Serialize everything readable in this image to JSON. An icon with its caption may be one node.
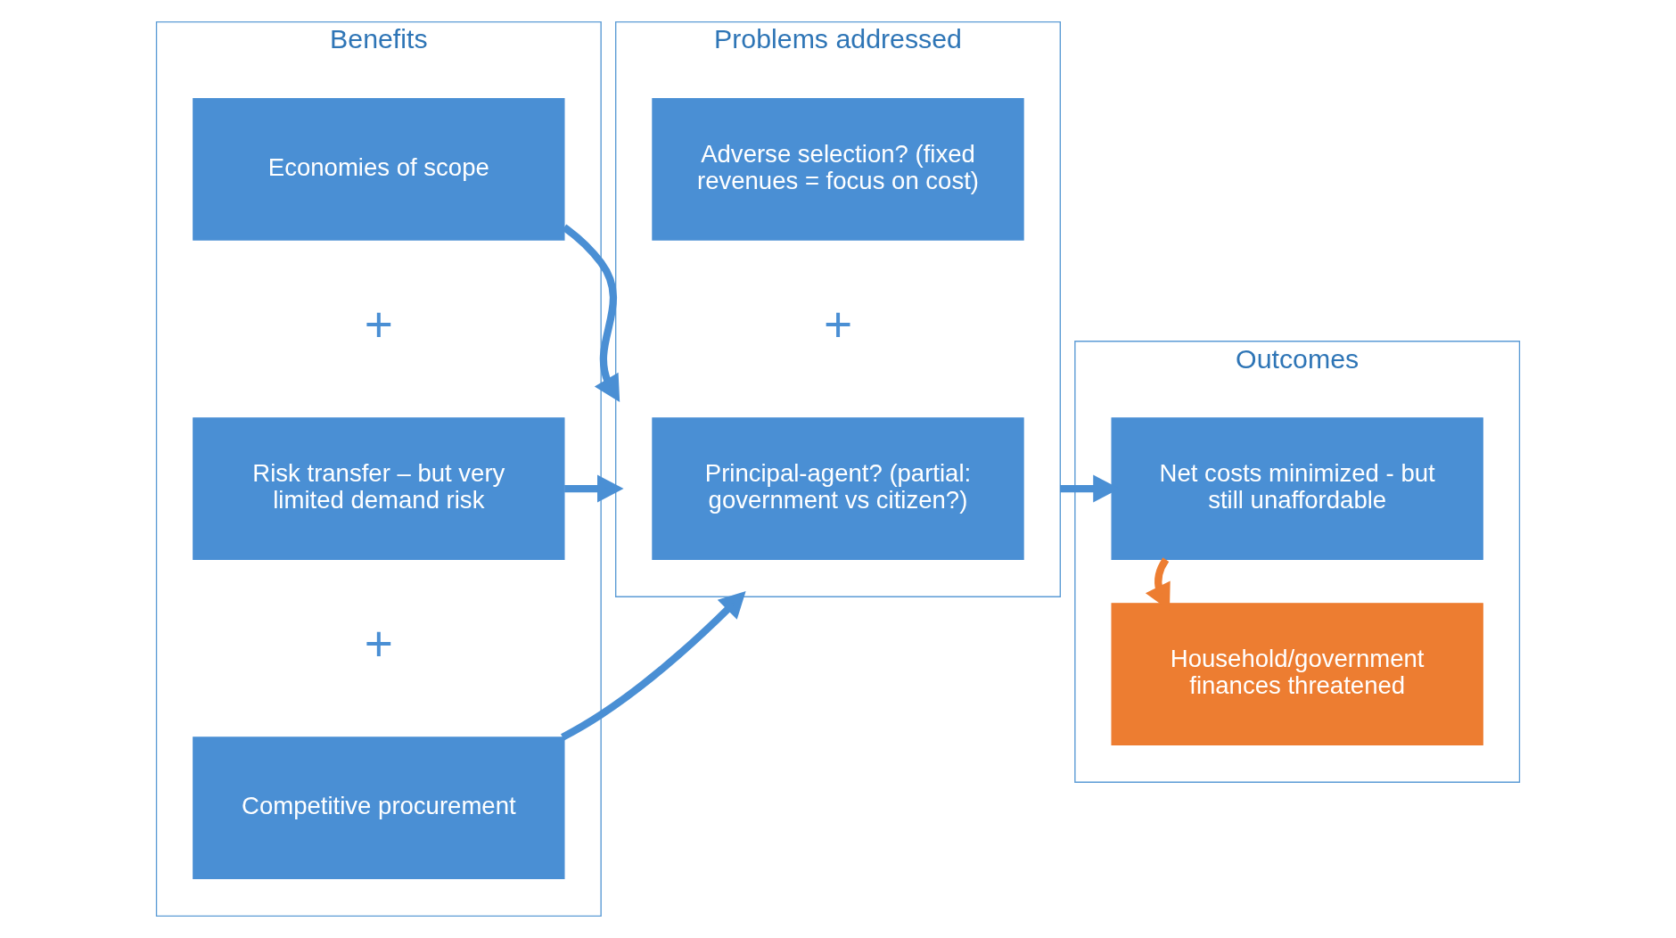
{
  "diagram": {
    "nodes": [
      {
        "text": [
          "Benefits"
        ]
      },
      {
        "text": [
          "Economies of scope"
        ],
        "in": 0
      },
      {
        "text": [
          "Risk transfer – but very limited demand risk"
        ],
        "in": 0
      },
      {
        "text": [
          "Competitive procurement"
        ],
        "in": 0
      },
      {
        "text": [
          "Problems addressed"
        ]
      },
      {
        "text": [
          "Adverse selection? (fixed revenues = focus on cost)"
        ],
        "in": 4
      },
      {
        "text": [
          "Principal-agent? (partial: government vs citizen?)"
        ],
        "in": 4
      },
      {
        "text": [
          "Outcomes"
        ]
      },
      {
        "text": [
          "Net costs minimized - but still unaffordable"
        ],
        "in": 7
      },
      {
        "text": [
          "Household/government finances threatened"
        ],
        "in": 7
      }
    ],
    "edges": [
      {
        "from": 1,
        "to": 4,
        "arrow": "to"
      },
      {
        "from": 2,
        "to": 4,
        "arrow": "to"
      },
      {
        "from": 3,
        "to": 4,
        "arrow": "to"
      },
      {
        "from": 4,
        "to": 8,
        "arrow": "to"
      },
      {
        "from": 8,
        "to": 9,
        "arrow": "to",
        "color": "#ed7d31"
      }
    ],
    "labels": [
      "+",
      "+",
      "+"
    ]
  }
}
